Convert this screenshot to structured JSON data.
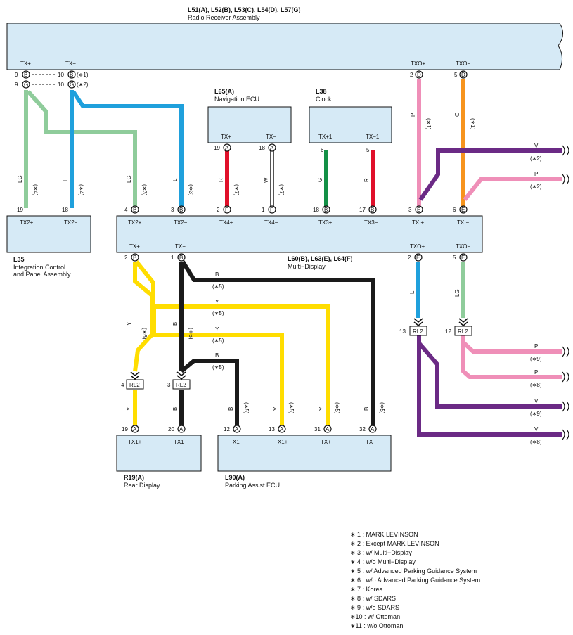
{
  "components": {
    "radio": {
      "title": "L51(A), L52(B), L53(C), L54(D), L57(G)",
      "subtitle": "Radio Receiver Assembly",
      "pins": [
        "TX+",
        "TX−",
        "TXO+",
        "TXO−"
      ]
    },
    "nav": {
      "title": "L65(A)",
      "subtitle": "Navigation ECU",
      "pins": [
        "TX+",
        "TX−"
      ]
    },
    "clock": {
      "title": "L38",
      "subtitle": "Clock",
      "pins": [
        "TX+1",
        "TX−1"
      ]
    },
    "icp": {
      "title": "L35",
      "subtitle": "Integration Control",
      "subtitle2": "and Panel Assembly",
      "pins": [
        "TX2+",
        "TX2−"
      ]
    },
    "md": {
      "title": "L60(B), L63(E), L64(F)",
      "subtitle": "Multi−Display",
      "top_pins": [
        "TX2+",
        "TX2−",
        "TX4+",
        "TX4−",
        "TX3+",
        "TX3−",
        "TXI+",
        "TXI−"
      ],
      "bottom_pins": [
        "TX+",
        "TX−",
        "TXO+",
        "TXO−"
      ]
    },
    "rear": {
      "title": "R19(A)",
      "subtitle": "Rear Display",
      "pins": [
        "TX1+",
        "TX1−"
      ]
    },
    "pa": {
      "title": "L90(A)",
      "subtitle": "Parking Assist ECU",
      "pins": [
        "TX1−",
        "TX1+",
        "TX+",
        "TX−"
      ]
    }
  },
  "pins": {
    "r9b": {
      "num": "9",
      "letter": "B"
    },
    "r10b": {
      "num": "10",
      "letter": "B"
    },
    "r9g": {
      "num": "9",
      "letter": "G"
    },
    "r10g": {
      "num": "10",
      "letter": "G"
    },
    "r2d": {
      "num": "2",
      "letter": "D"
    },
    "r5d": {
      "num": "5",
      "letter": "D"
    },
    "n19": {
      "num": "19",
      "letter": "A"
    },
    "n18": {
      "num": "18",
      "letter": "A"
    },
    "c6": {
      "num": "6",
      "letter": ""
    },
    "c5": {
      "num": "5",
      "letter": ""
    },
    "i19": {
      "num": "19",
      "letter": ""
    },
    "i18": {
      "num": "18",
      "letter": ""
    },
    "m4": {
      "num": "4",
      "letter": "B"
    },
    "m3": {
      "num": "3",
      "letter": "B"
    },
    "m2f": {
      "num": "2",
      "letter": "F"
    },
    "m1f": {
      "num": "1",
      "letter": "F"
    },
    "m18": {
      "num": "18",
      "letter": "B"
    },
    "m17": {
      "num": "17",
      "letter": "B"
    },
    "m3e": {
      "num": "3",
      "letter": "E"
    },
    "m6e": {
      "num": "6",
      "letter": "E"
    },
    "mb2": {
      "num": "2",
      "letter": "B"
    },
    "mb1": {
      "num": "1",
      "letter": "B"
    },
    "mb2e": {
      "num": "2",
      "letter": "E"
    },
    "mb5e": {
      "num": "5",
      "letter": "E"
    },
    "rr19": {
      "num": "19",
      "letter": "A"
    },
    "rr20": {
      "num": "20",
      "letter": "A"
    },
    "p12": {
      "num": "12",
      "letter": "A"
    },
    "p13": {
      "num": "13",
      "letter": "A"
    },
    "p31": {
      "num": "31",
      "letter": "A"
    },
    "p32": {
      "num": "32",
      "letter": "A"
    }
  },
  "radio_notes": {
    "n1": "(∗1)",
    "n2": "(∗2)"
  },
  "relays": {
    "label": "RL2",
    "num4": "4",
    "num3": "3",
    "num13": "13",
    "num12": "12"
  },
  "wires": {
    "lg_icp": {
      "color": "LG",
      "note": "(∗4)"
    },
    "l_icp": {
      "color": "L",
      "note": "(∗4)"
    },
    "lg_md": {
      "color": "LG",
      "note": "(∗3)"
    },
    "l_md": {
      "color": "L",
      "note": "(∗3)"
    },
    "r_nav": {
      "color": "R",
      "note": "(∗7)"
    },
    "w_nav": {
      "color": "W",
      "note": "(∗7)"
    },
    "g_clk": {
      "color": "G",
      "note": ""
    },
    "r_clk": {
      "color": "R",
      "note": ""
    },
    "p_txo": {
      "color": "P",
      "note": "(∗1)"
    },
    "o_txo": {
      "color": "O",
      "note": "(∗1)"
    },
    "v_top": {
      "color": "V",
      "note": "(∗2)"
    },
    "p_top": {
      "color": "P",
      "note": "(∗2)"
    },
    "b_top": {
      "color": "B",
      "note": "(∗5)"
    },
    "y_top": {
      "color": "Y",
      "note": "(∗5)"
    },
    "y_mid": {
      "color": "Y",
      "note": "(∗5)"
    },
    "b_mid": {
      "color": "B",
      "note": "(∗5)"
    },
    "y_left": {
      "color": "Y",
      "note": "(∗6)"
    },
    "b_left": {
      "color": "B",
      "note": "(∗6)"
    },
    "y_rear": {
      "color": "Y"
    },
    "b_rear": {
      "color": "B"
    },
    "pa_b12": {
      "color": "B",
      "note": "(∗5)"
    },
    "pa_y13": {
      "color": "Y",
      "note": "(∗5)"
    },
    "pa_y31": {
      "color": "Y",
      "note": "(∗5)"
    },
    "pa_b32": {
      "color": "B",
      "note": "(∗5)"
    },
    "l_txo": {
      "color": "L"
    },
    "lg_txo": {
      "color": "LG"
    },
    "p9": {
      "color": "P",
      "note": "(∗9)"
    },
    "p8": {
      "color": "P",
      "note": "(∗8)"
    },
    "v9": {
      "color": "V",
      "note": "(∗9)"
    },
    "v8": {
      "color": "V",
      "note": "(∗8)"
    }
  },
  "wire_colors": {
    "LG": "#8fcc9b",
    "L": "#1fa0dc",
    "R": "#e0102a",
    "W": "#ffffff",
    "G": "#139046",
    "P": "#ef8fb8",
    "O": "#f7941d",
    "V": "#6b2a85",
    "Y": "#ffdd00",
    "B": "#1a1a1a",
    "box": "#d6eaf6"
  },
  "legend": [
    "∗ 1 : MARK LEVINSON",
    "∗ 2 : Except MARK LEVINSON",
    "∗ 3 : w/ Multi−Display",
    "∗ 4 : w/o Multi−Display",
    "∗ 5 : w/ Advanced Parking Guidance System",
    "∗ 6 : w/o Advanced Parking Guidance System",
    "∗ 7 : Korea",
    "∗ 8 : w/ SDARS",
    "∗ 9 : w/o SDARS",
    "∗10 : w/ Ottoman",
    "∗11 : w/o Ottoman"
  ]
}
